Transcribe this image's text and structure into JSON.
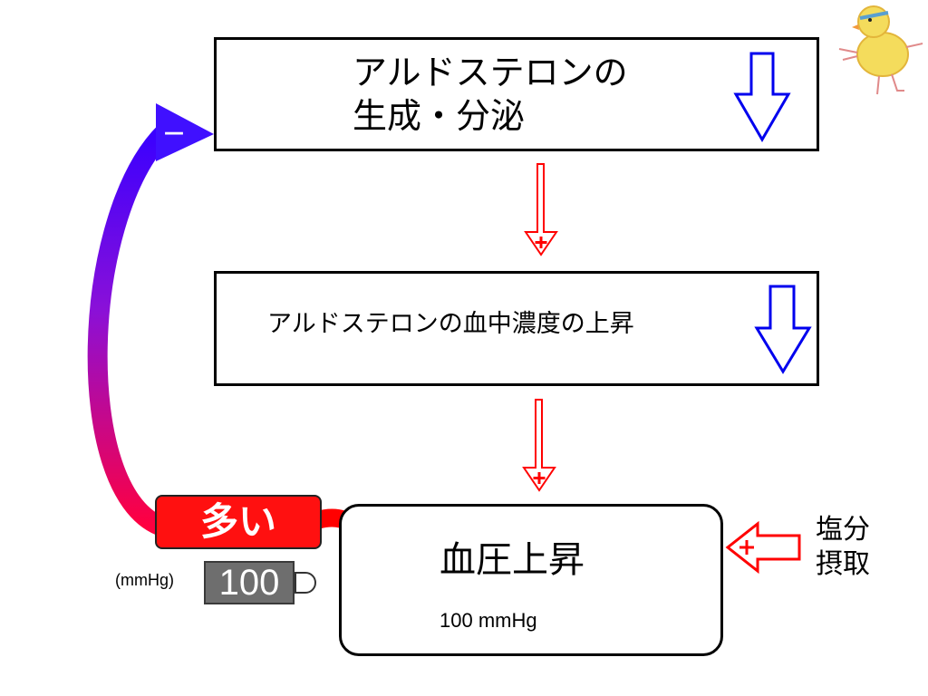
{
  "box1": {
    "text": "アルドステロンの\n生成・分泌"
  },
  "box2": {
    "text": "アルドステロンの血中濃度の上昇"
  },
  "box3": {
    "title": "血圧上昇",
    "value": "100 mmHg"
  },
  "salt": {
    "text": "塩分\n摂取"
  },
  "feedback_sign": "－",
  "indicator": {
    "label": "多い",
    "unit": "(mmHg)",
    "reading": "100"
  },
  "colors": {
    "red": "#ff0000",
    "blue": "#0000ee",
    "feedback_top": "#4a00ff",
    "feedback_bottom": "#ff0050"
  }
}
